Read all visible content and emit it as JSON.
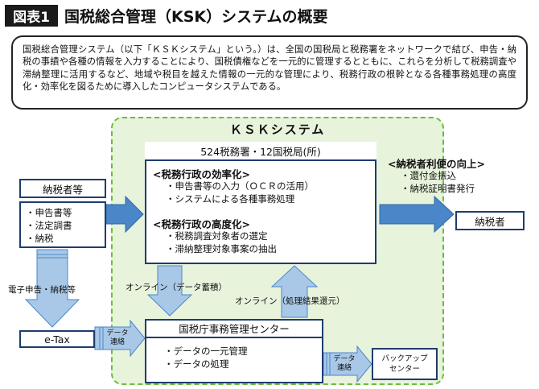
{
  "header": {
    "figure_label": "図表1",
    "title": "国税総合管理（KSK）システムの概要"
  },
  "description": "国税総合管理システム（以下「ＫＳＫシステム」という。）は、全国の国税局と税務署をネットワークで結び、申告・納税の事績や各種の情報を入力することにより、国税債権などを一元的に管理するとともに、これらを分析して税務調査や滞納整理に活用するなど、地域や税目を越えた情報の一元的な管理により、税務行政の根幹となる各種事務処理の高度化・効率化を図るために導入したコンピュータシステムである。",
  "ksk": {
    "title": "ＫＳＫシステム",
    "main_header": "524税務署・12国税局(所)",
    "efficiency": {
      "title": "<税務行政の効率化>",
      "items": [
        "・申告書等の入力（ＯＣＲの活用）",
        "・システムによる各種事務処理"
      ]
    },
    "sophistication": {
      "title": "<税務行政の高度化>",
      "items": [
        "・税務調査対象者の選定",
        "・滞納整理対象事案の抽出"
      ]
    }
  },
  "taxpayer_left": {
    "label": "納税者等",
    "items": [
      "・申告書等",
      "・法定調書",
      "・納税"
    ]
  },
  "benefits": {
    "title": "<納税者利便の向上>",
    "items": [
      "・還付金振込",
      "・納税証明書発行"
    ]
  },
  "taxpayer_right": "納税者",
  "etax": "e-Tax",
  "flows": {
    "electronic_filing": "電子申告・納税等",
    "online_store": "オンライン（データ蓄積）",
    "online_result": "オンライン（処理結果還元）",
    "data_link_1": [
      "データ",
      "連絡"
    ],
    "data_link_2": [
      "データ",
      "連絡"
    ]
  },
  "center": {
    "title": "国税庁事務管理センター",
    "items": [
      "・データの一元管理",
      "・データの処理"
    ]
  },
  "backup": [
    "バックアップ",
    "センター"
  ],
  "colors": {
    "arrow_fill": "#4a86c8",
    "arrow_light": "#a9c8e8",
    "box_border": "#1f3c6e",
    "ksk_bg": "#e8f3dc",
    "ksk_border": "#6bbd3c"
  }
}
